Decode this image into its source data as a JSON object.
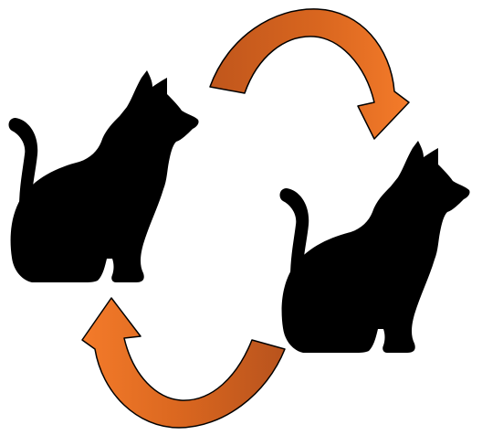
{
  "diagram": {
    "type": "cycle",
    "nodes": [
      {
        "id": "cat-left",
        "icon": "cat-silhouette-icon",
        "color": "#000000"
      },
      {
        "id": "cat-right",
        "icon": "cat-silhouette-icon",
        "color": "#000000"
      }
    ],
    "arrows": [
      {
        "from": "cat-left",
        "to": "cat-right",
        "direction": "clockwise",
        "color": "#f47b2a",
        "shade": "#b8531d"
      },
      {
        "from": "cat-right",
        "to": "cat-left",
        "direction": "clockwise",
        "color": "#f47b2a",
        "shade": "#b8531d"
      }
    ]
  }
}
